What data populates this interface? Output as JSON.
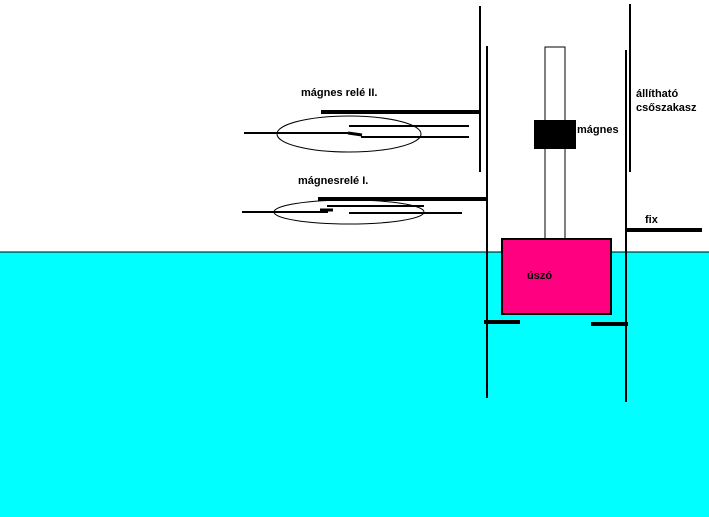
{
  "colors": {
    "water": "#00ffff",
    "float": "#ff0080",
    "magnet": "#000000",
    "line": "#000000",
    "background": "#ffffff"
  },
  "labels": {
    "relay_2": "mágnes relé II.",
    "relay_1": "mágnesrelé I.",
    "magnet": "mágnes",
    "adjustable_line1": "állítható",
    "adjustable_line2": "csőszakasz",
    "fixed": "fix",
    "float": "úszó"
  }
}
